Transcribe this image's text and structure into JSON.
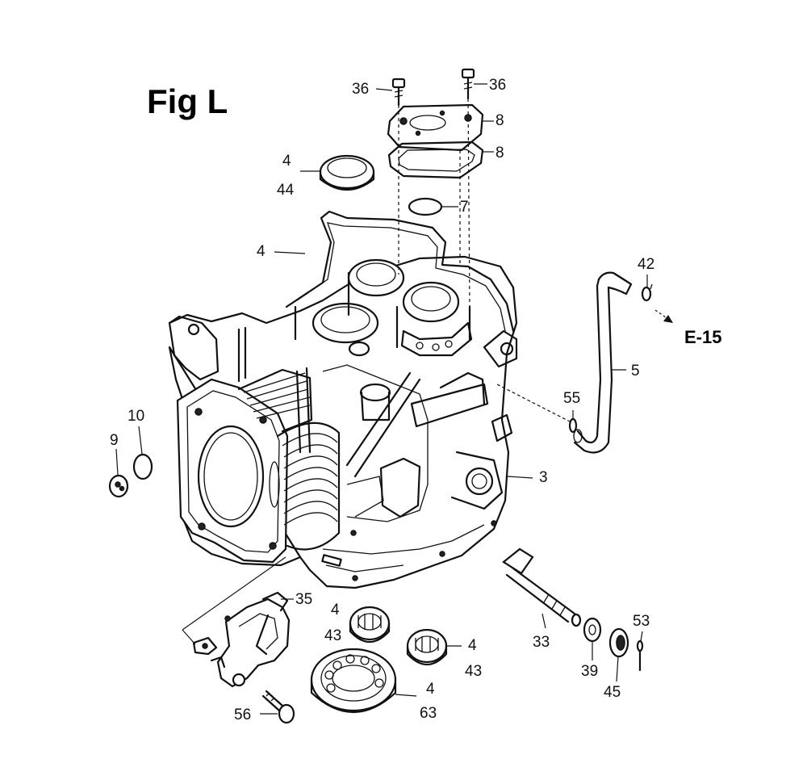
{
  "title": "Fig L",
  "reference": "E-15",
  "callouts": {
    "c36a": "36",
    "c36b": "36",
    "c8a": "8",
    "c8b": "8",
    "c7": "7",
    "c4a": "4",
    "c44": "44",
    "c4b": "4",
    "c42": "42",
    "c5": "5",
    "c55": "55",
    "c10": "10",
    "c9": "9",
    "c3": "3",
    "c35": "35",
    "c4c": "4",
    "c43a": "43",
    "c4d": "4",
    "c43b": "43",
    "c33": "33",
    "c39": "39",
    "c53": "53",
    "c45": "45",
    "c4e": "4",
    "c63": "63",
    "c56": "56"
  }
}
